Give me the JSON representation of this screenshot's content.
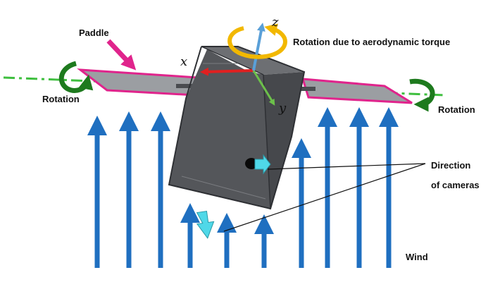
{
  "labels": {
    "paddle": "Paddle",
    "rotation_aero": "Rotation due to aerodynamic torque",
    "rotation_left": "Rotation",
    "rotation_right": "Rotation",
    "direction_line1": "Direction",
    "direction_line2": "of cameras",
    "wind": "Wind"
  },
  "axes": {
    "x": "x",
    "y": "y",
    "z": "z"
  },
  "colors": {
    "wind_arrow": "#1f6fc0",
    "body": "#5a5c60",
    "paddle_fill": "#9b9ea2",
    "paddle_border": "#e0248c",
    "rotation_arrow": "#1e7a1e",
    "axis_line": "#3fbf3f",
    "paddle_pointer": "#e0248c",
    "camera_arrow": "#4fd8e8",
    "torque_arrow": "#f2b800",
    "x_axis": "#e02020",
    "y_axis": "#6cc04a",
    "z_axis": "#5aa0d8"
  },
  "icons": {
    "rotation": "curved-arrow-icon",
    "camera": "camera-lens-icon"
  }
}
